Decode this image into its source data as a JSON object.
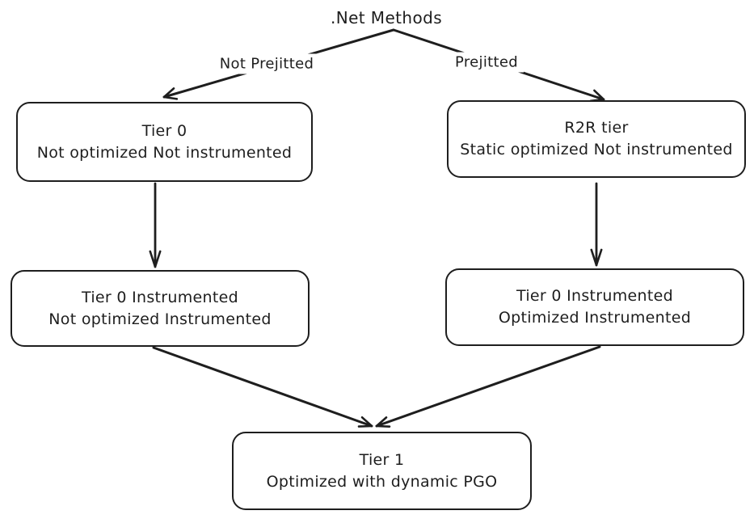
{
  "diagram": {
    "title": ".Net Methods",
    "colors": {
      "stroke": "#1e1e1e",
      "background": "#ffffff"
    },
    "nodes": [
      {
        "id": "tier0",
        "line1": "Tier 0",
        "line2": "Not optimized Not instrumented"
      },
      {
        "id": "r2r-tier",
        "line1": "R2R tier",
        "line2": "Static optimized Not instrumented"
      },
      {
        "id": "tier0-instr-left",
        "line1": "Tier 0 Instrumented",
        "line2": "Not optimized Instrumented"
      },
      {
        "id": "tier0-instr-right",
        "line1": "Tier 0 Instrumented",
        "line2": "Optimized Instrumented"
      },
      {
        "id": "tier1",
        "line1": "Tier 1",
        "line2": "Optimized with dynamic PGO"
      }
    ],
    "edge_labels": {
      "left": "Not Prejitted",
      "right": "Prejitted"
    }
  }
}
